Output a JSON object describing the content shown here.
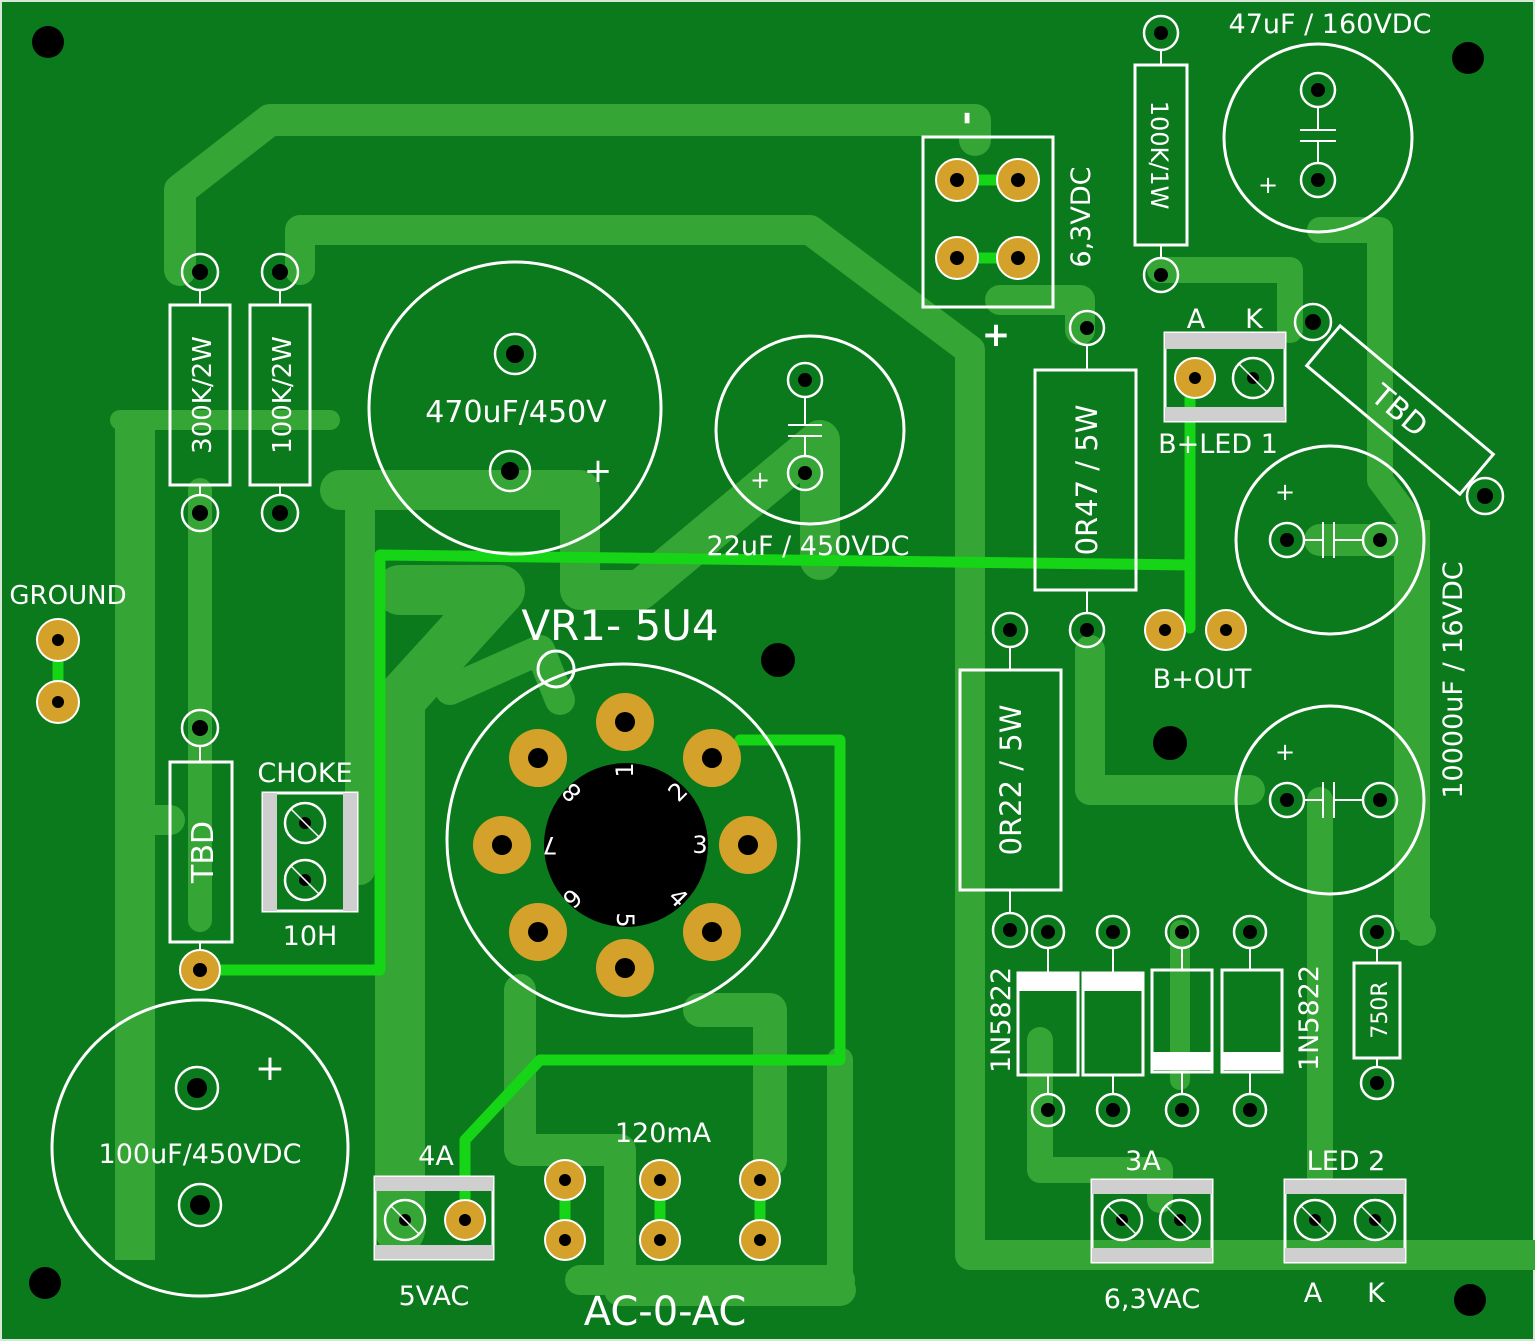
{
  "board": {
    "colors": {
      "board": "#0b7a1c",
      "copper_pour": "#35a535",
      "trace": "#16d416",
      "pad": "#d4a12a",
      "silkscreen": "#ffffff",
      "hole": "#000000"
    }
  },
  "capacitors": {
    "c470": {
      "value": "470uF/450V",
      "polarity": "+"
    },
    "c22": {
      "value": "22uF / 450VDC",
      "polarity": "+"
    },
    "c47": {
      "value": "47uF / 160VDC",
      "polarity": "+"
    },
    "c100": {
      "value": "100uF/450VDC",
      "polarity": "+"
    },
    "c10000": {
      "value": "10000uF / 16VDC",
      "polarity_top": "+",
      "polarity_bottom": "+"
    }
  },
  "resistors": {
    "r300k": "300K/2W",
    "r100k2w": "100K/2W",
    "r100k1w": "100K/1W",
    "r047": "0R47 / 5W",
    "r022": "0R22 / 5W",
    "r750": "750R",
    "rtbd_left": "TBD",
    "rtbd_right": "TBD"
  },
  "diodes": {
    "left_label": "1N5822",
    "right_label": "1N5822"
  },
  "connectors": {
    "ground": "GROUND",
    "choke": "CHOKE",
    "choke_value": "10H",
    "heater_dc": "6,3VDC",
    "heater_dc_minus": "-",
    "heater_dc_plus": "+",
    "bled1": "B+LED 1",
    "bled1_a": "A",
    "bled1_k": "K",
    "bout": "B+OUT",
    "ac5_current": "4A",
    "ac5": "5VAC",
    "hv_current": "120mA",
    "hv": "AC-0-AC",
    "ac63_current": "3A",
    "ac63": "6,3VAC",
    "led2": "LED 2",
    "led2_a": "A",
    "led2_k": "K"
  },
  "tube": {
    "label": "VR1- 5U4",
    "pins": [
      "1",
      "2",
      "3",
      "4",
      "5",
      "6",
      "7",
      "8"
    ]
  }
}
